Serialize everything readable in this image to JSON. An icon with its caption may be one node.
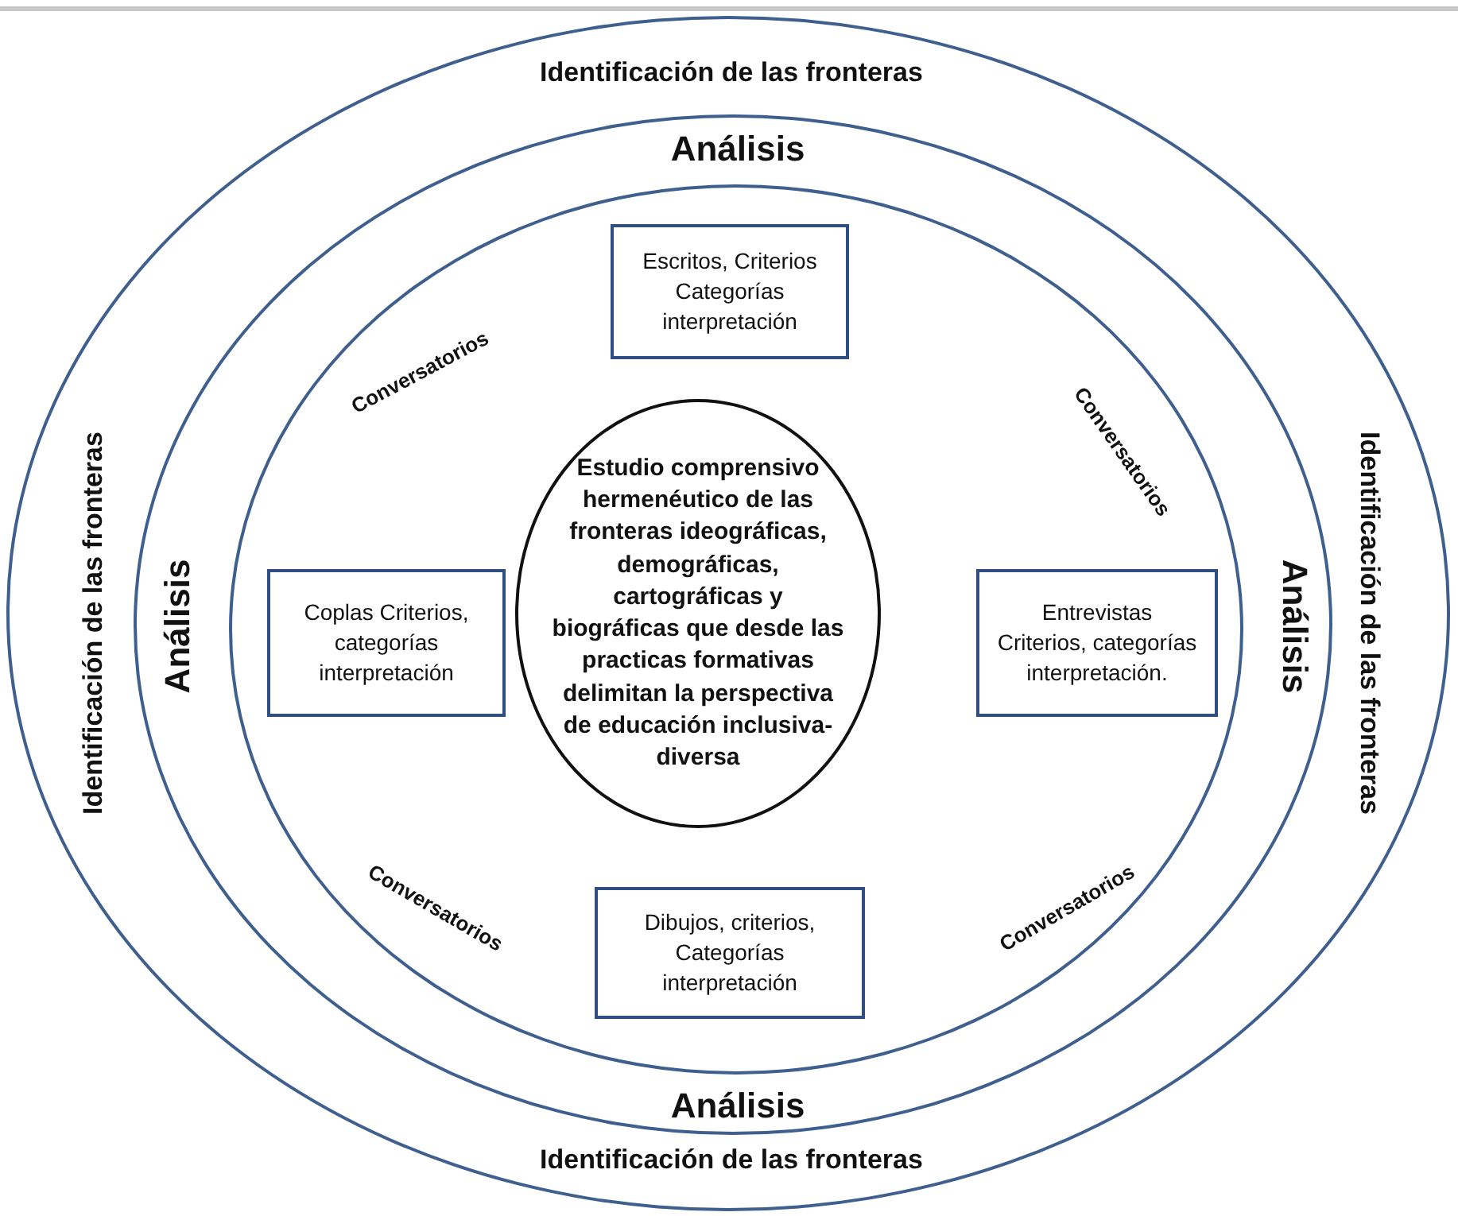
{
  "diagram": {
    "nodes": [
      {
        "text": [
          "Identificación de las fronteras",
          "Identificación de las fronteras",
          "Identificación de las fronteras",
          "Identificación de las fronteras"
        ]
      },
      {
        "text": [
          "Análisis",
          "Análisis",
          "Análisis",
          "Análisis"
        ],
        "in": 0
      },
      {
        "text": [
          "Conversatorios",
          "Conversatorios",
          "Conversatorios",
          "Conversatorios"
        ],
        "in": 1
      },
      {
        "text": [
          "Escritos, Criterios Categorías interpretación"
        ],
        "in": 2
      },
      {
        "text": [
          "Coplas Criterios, categorías interpretación"
        ],
        "in": 2
      },
      {
        "text": [
          "Estudio comprensivo hermenéutico de las fronteras ideográficas, demográficas, cartográficas y biográficas que desde las practicas formativas delimitan la perspectiva de educación inclusiva-diversa"
        ],
        "in": 2
      },
      {
        "text": [
          "Entrevistas Criterios, categorías interpretación."
        ],
        "in": 2
      },
      {
        "text": [
          "Dibujos, criterios, Categorías interpretación"
        ],
        "in": 2
      }
    ]
  }
}
